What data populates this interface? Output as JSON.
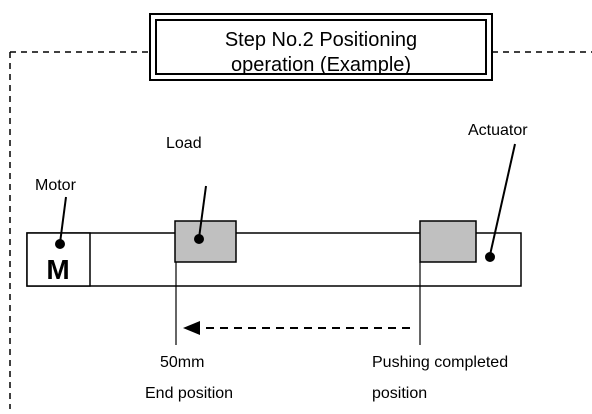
{
  "title": {
    "line1": "Step No.2 Positioning",
    "line2": "operation (Example)"
  },
  "labels": {
    "motor": "Motor",
    "motor_symbol": "M",
    "load": "Load",
    "actuator": "Actuator",
    "distance": "50mm",
    "end_position": "End position",
    "pushing_line1": "Pushing completed",
    "pushing_line2": "position"
  },
  "colors": {
    "block_fill": "#c0c0c0",
    "line": "#000000"
  }
}
